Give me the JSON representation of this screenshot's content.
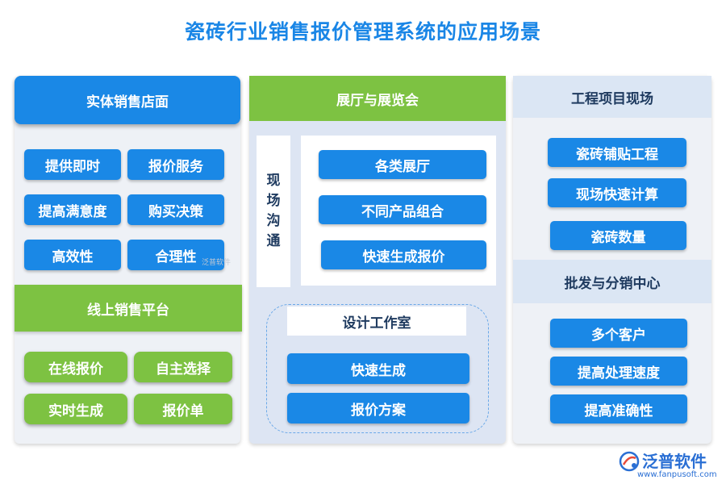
{
  "title": "瓷砖行业销售报价管理系统的应用场景",
  "col1": {
    "header1": "实体销售店面",
    "items1": [
      "提供即时",
      "报价服务",
      "提高满意度",
      "购买决策",
      "高效性",
      "合理性"
    ],
    "watermark": "泛普软件",
    "header2": "线上销售平台",
    "items2": [
      "在线报价",
      "自主选择",
      "实时生成",
      "报价单"
    ]
  },
  "col2": {
    "header": "展厅与展览会",
    "side_chars": [
      "现",
      "场",
      "沟",
      "通"
    ],
    "items1": [
      "各类展厅",
      "不同产品组合",
      "快速生成报价"
    ],
    "sub_header": "设计工作室",
    "items2": [
      "快速生成",
      "报价方案"
    ]
  },
  "col3": {
    "header1": "工程项目现场",
    "items1": [
      "瓷砖铺贴工程",
      "现场快速计算",
      "瓷砖数量"
    ],
    "header2": "批发与分销中心",
    "items2": [
      "多个客户",
      "提高处理速度",
      "提高准确性"
    ]
  },
  "logo": {
    "name": "泛普软件",
    "url": "www.fanpusoft.com",
    "icon": "fanpu-logo-icon"
  },
  "colors": {
    "blue": "#1a88e6",
    "green": "#7dc242",
    "title": "#1a86e6",
    "panel": "#eef1f6",
    "panel_mid": "#dde5f3"
  }
}
